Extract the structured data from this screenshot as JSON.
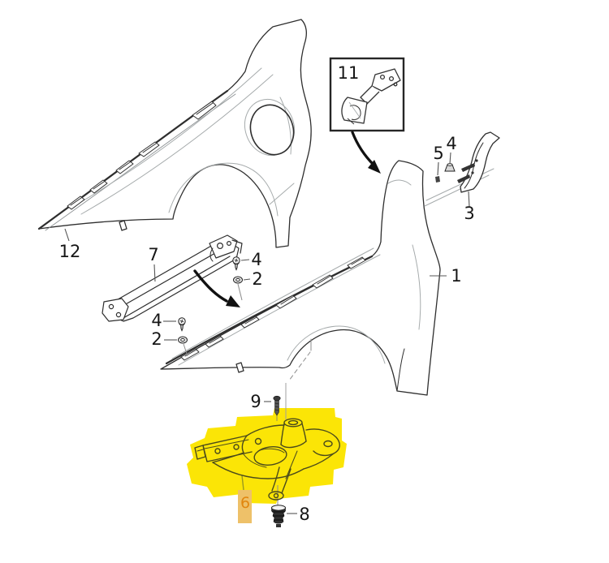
{
  "diagram": {
    "description": "Front fender exploded parts diagram, part 6 highlighted with yellow marker",
    "background": "#ffffff",
    "line_color": "#2e2e2e",
    "light_line_color": "#a6abac",
    "highlight": {
      "marker_color": "#fbe506",
      "label_box_color": "#eec169",
      "label_text_color": "#e1860e",
      "highlighted_callout": "6"
    }
  },
  "callouts": {
    "fender_left": "12",
    "rail": "7",
    "inset_bracket": "11",
    "clip_small": "5",
    "nut_top": "4",
    "trim_strip": "3",
    "fender_right": "1",
    "screw_mid": "4",
    "washer_mid": "2",
    "screw_low": "4",
    "washer_low": "2",
    "screw_bracket": "9",
    "bracket_highlighted": "6",
    "grommet": "8"
  }
}
